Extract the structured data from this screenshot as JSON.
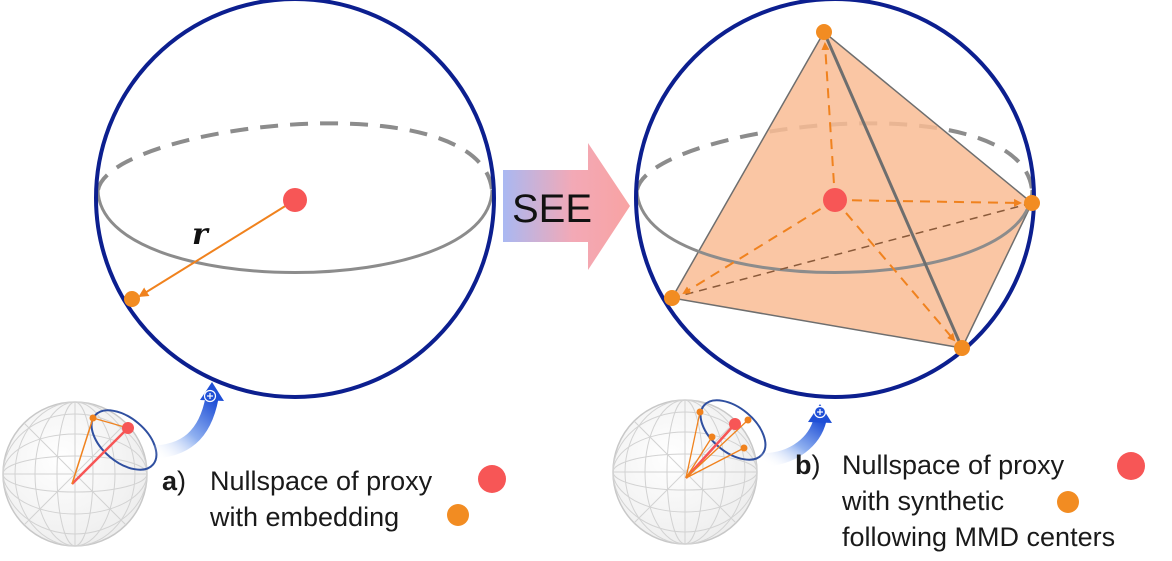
{
  "transition": {
    "label": "SEE"
  },
  "panel_a": {
    "letter": "a",
    "paren": ")",
    "line1": "Nullspace of proxy",
    "line2": "with embedding",
    "radius_label": "r"
  },
  "panel_b": {
    "letter": "b",
    "paren": ")",
    "line1": "Nullspace of proxy",
    "line2": "with synthetic",
    "line3": "following MMD centers"
  },
  "colors": {
    "sphere_outline": "#0c1f8f",
    "equator": "#8c8c8c",
    "proxy_dot": "#f75656",
    "embedding_dot": "#f28c22",
    "tetra_fill": "#f9bc94",
    "tetra_edge": "#6e6e6e",
    "orange_dash": "#f0821e",
    "arrow_blue": "#1f4fd6",
    "globe_mesh": "#cfcfcf",
    "see_grad_left": "#a9b8f2",
    "see_grad_right": "#f8a3a3"
  }
}
